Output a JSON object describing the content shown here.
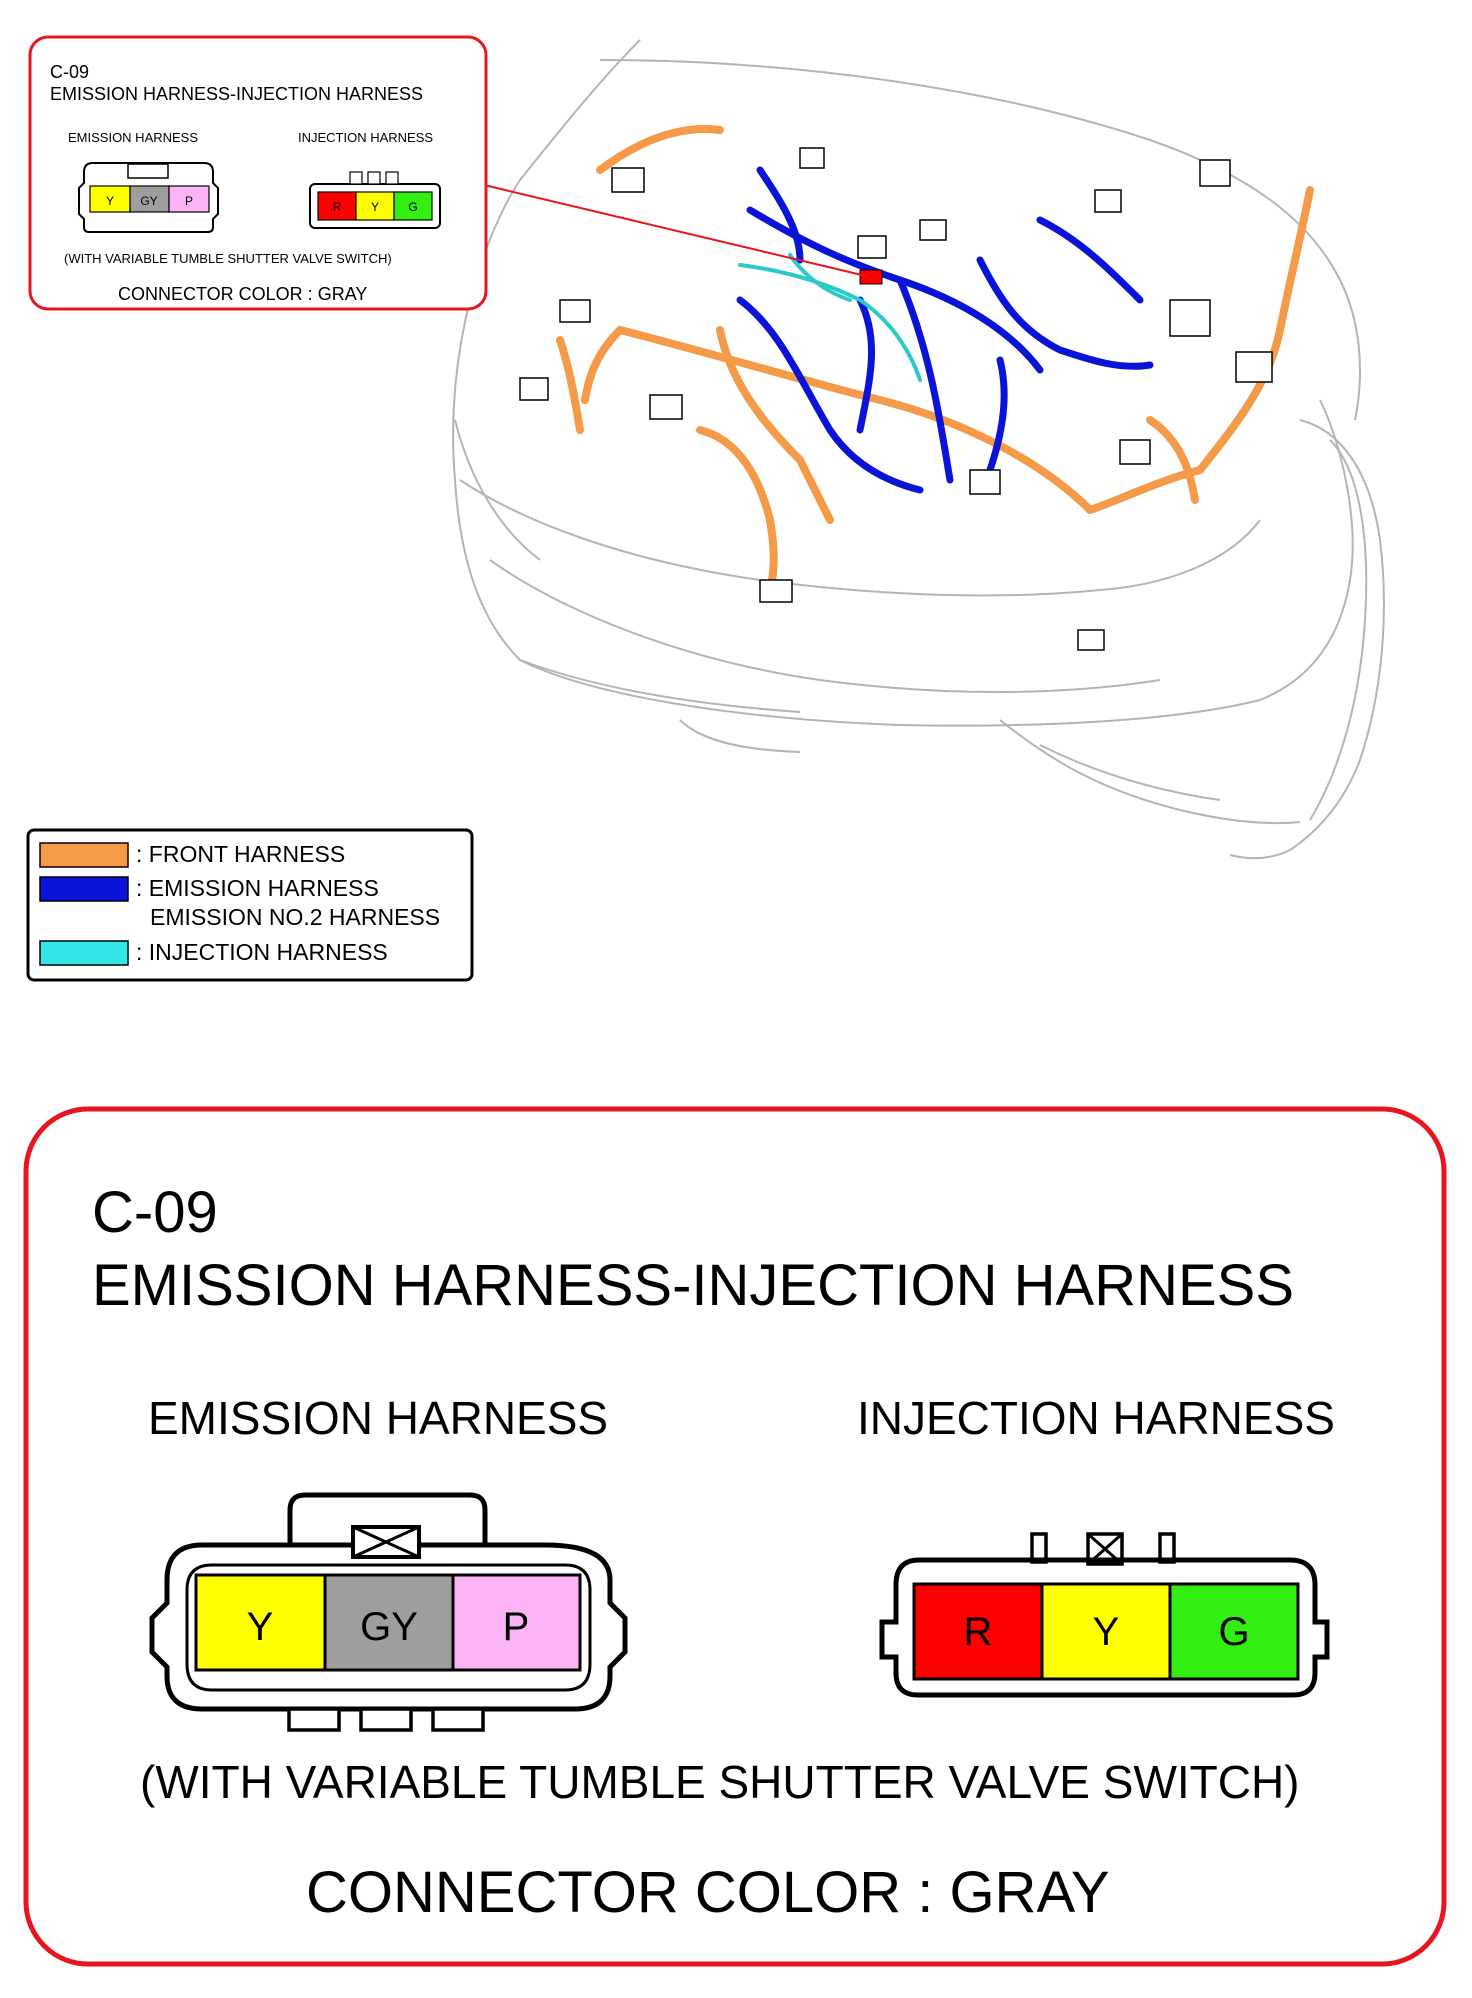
{
  "small_callout": {
    "code": "C-09",
    "title": "EMISSION HARNESS-INJECTION HARNESS",
    "left_label": "EMISSION HARNESS",
    "right_label": "INJECTION HARNESS",
    "note": "(WITH VARIABLE TUMBLE SHUTTER VALVE SWITCH)",
    "connector_color": "CONNECTOR COLOR : GRAY"
  },
  "legend": {
    "items": [
      {
        "label": ": FRONT HARNESS",
        "color": "#F59A48"
      },
      {
        "label": ": EMISSION HARNESS",
        "label2": "EMISSION NO.2 HARNESS",
        "color": "#0A14D8"
      },
      {
        "label": ": INJECTION HARNESS",
        "color": "#33E6E6"
      }
    ]
  },
  "detail": {
    "code": "C-09",
    "title": "EMISSION HARNESS-INJECTION HARNESS",
    "emission": {
      "label": "EMISSION HARNESS",
      "pins": [
        {
          "text": "Y",
          "color": "#FFFF00"
        },
        {
          "text": "GY",
          "color": "#9E9E9E"
        },
        {
          "text": "P",
          "color": "#FBB4F6"
        }
      ]
    },
    "injection": {
      "label": "INJECTION HARNESS",
      "pins": [
        {
          "text": "R",
          "color": "#FF0000"
        },
        {
          "text": "Y",
          "color": "#FFFF00"
        },
        {
          "text": "G",
          "color": "#33EE11"
        }
      ]
    },
    "note": "(WITH VARIABLE TUMBLE SHUTTER VALVE SWITCH)",
    "connector_color": "CONNECTOR COLOR : GRAY"
  },
  "colors": {
    "frame_red": "#E8141E",
    "front_harness": "#F59A48",
    "emission_harness": "#0A14D8",
    "injection_harness": "#33E6E6"
  }
}
